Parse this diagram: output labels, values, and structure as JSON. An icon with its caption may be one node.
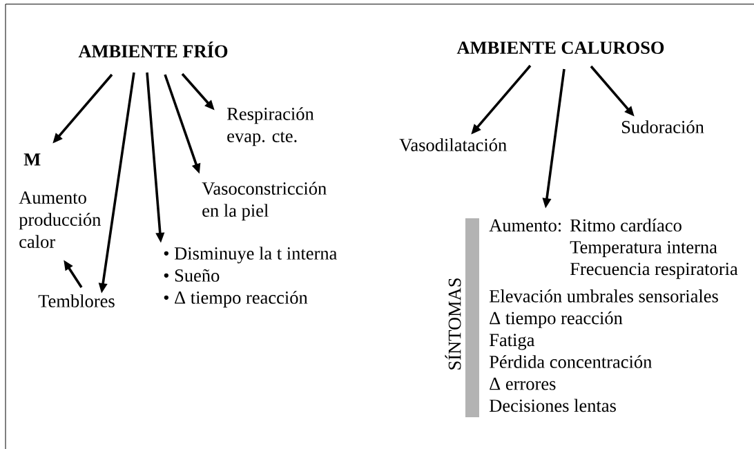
{
  "diagram": {
    "nodes": [
      {
        "text": [
          "AMBIENTE FRÍO"
        ]
      },
      {
        "text": [
          "M"
        ]
      },
      {
        "text": [
          "Respiración evap. cte."
        ]
      },
      {
        "text": [
          "Vasoconstricción en la piel"
        ]
      },
      {
        "text": [
          "• Disminuye la t interna",
          "• Sueño",
          "• Δ tiempo reacción"
        ]
      },
      {
        "text": [
          "Aumento producción calor"
        ]
      },
      {
        "text": [
          "Temblores"
        ]
      },
      {
        "text": [
          "AMBIENTE CALUROSO"
        ]
      },
      {
        "text": [
          "Vasodilatación"
        ]
      },
      {
        "text": [
          "Sudoración"
        ]
      },
      {
        "text": [
          "SÍNTOMAS",
          "Aumento:",
          "Ritmo cardíaco",
          "Temperatura interna",
          "Frecuencia respiratoria",
          "Elevación umbrales sensoriales",
          "Δ tiempo reacción",
          "Fatiga",
          "Pérdida concentración",
          "Δ errores",
          "Decisiones lentas"
        ]
      }
    ],
    "edges": [
      {
        "from": 0,
        "to": 1,
        "arrow": "to"
      },
      {
        "from": 0,
        "to": 6,
        "arrow": "to"
      },
      {
        "from": 0,
        "to": 4,
        "arrow": "to"
      },
      {
        "from": 0,
        "to": 3,
        "arrow": "to"
      },
      {
        "from": 0,
        "to": 2,
        "arrow": "to"
      },
      {
        "from": 6,
        "to": 5,
        "arrow": "to"
      },
      {
        "from": 7,
        "to": 8,
        "arrow": "to"
      },
      {
        "from": 7,
        "to": 10,
        "arrow": "to"
      },
      {
        "from": 7,
        "to": 9,
        "arrow": "to"
      }
    ]
  }
}
